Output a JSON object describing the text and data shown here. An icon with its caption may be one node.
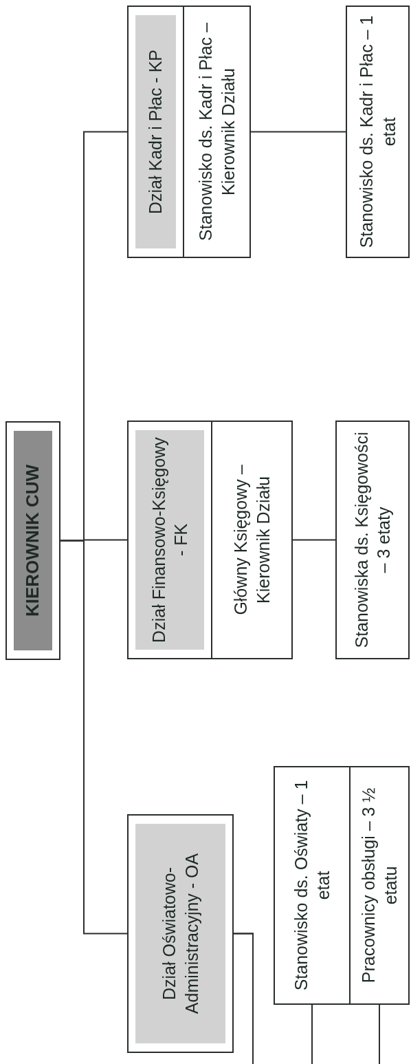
{
  "diagram": {
    "nodes": [
      {
        "text": [
          "KIEROWNIK CUW"
        ]
      },
      {
        "text": [
          "Dział Oświatowo-Administracyjny - OA"
        ]
      },
      {
        "text": [
          "Dział Finansowo-Księgowy - FK",
          "Główny Księgowy – Kierownik Działu"
        ]
      },
      {
        "text": [
          "Dział Kadr i Płac - KP",
          "Stanowisko ds. Kadr i Płac – Kierownik Działu"
        ]
      },
      {
        "text": [
          "Stanowisko ds. Oświaty – 1 etat"
        ]
      },
      {
        "text": [
          "Pracownicy obsługi – 3 ½ etatu"
        ]
      },
      {
        "text": [
          "Stanowiska ds. Księgowości – 3 etaty"
        ]
      },
      {
        "text": [
          "Stanowisko ds. Kadr i Płac – 1 etat"
        ]
      }
    ],
    "edges": [
      {
        "from": 0,
        "to": 1,
        "arrow": "none"
      },
      {
        "from": 0,
        "to": 2,
        "arrow": "none"
      },
      {
        "from": 0,
        "to": 3,
        "arrow": "none"
      },
      {
        "from": 1,
        "to": 4,
        "arrow": "none"
      },
      {
        "from": 1,
        "to": 5,
        "arrow": "none"
      },
      {
        "from": 2,
        "to": 6,
        "arrow": "none"
      },
      {
        "from": 3,
        "to": 7,
        "arrow": "none"
      }
    ]
  }
}
